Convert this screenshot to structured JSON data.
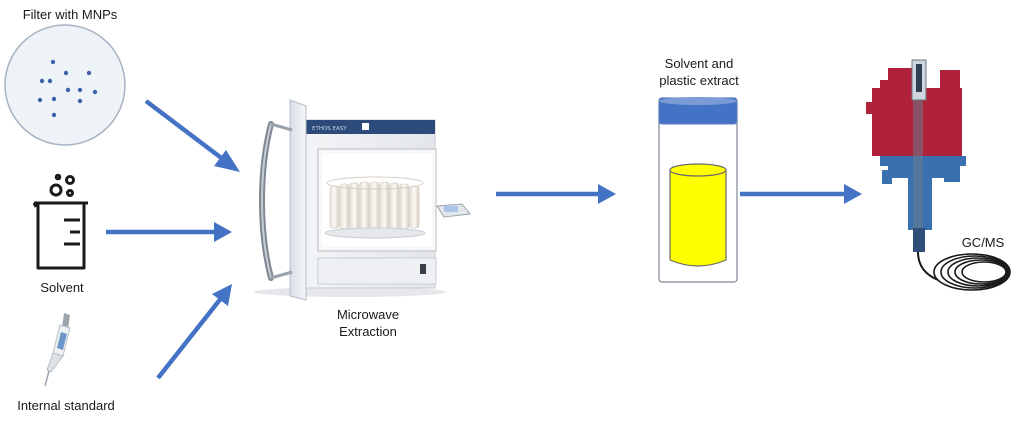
{
  "labels": {
    "filter": "Filter with MNPs",
    "solvent": "Solvent",
    "internal_standard": "Internal standard",
    "microwave_line1": "Microwave",
    "microwave_line2": "Extraction",
    "extract_line1": "Solvent and",
    "extract_line2": "plastic extract",
    "gcms": "GC/MS",
    "oven_brand": "ETHOS EASY"
  },
  "colors": {
    "arrow": "#4472c4",
    "filter_fill": "#eef3f8",
    "filter_dots": "#3f62ad",
    "vial_cap": "#4472c4",
    "vial_liquid": "#ffff00",
    "instrument_body": "#b0223a",
    "instrument_column": "#3a6fb0",
    "oven_panel": "#2c4a7a"
  }
}
